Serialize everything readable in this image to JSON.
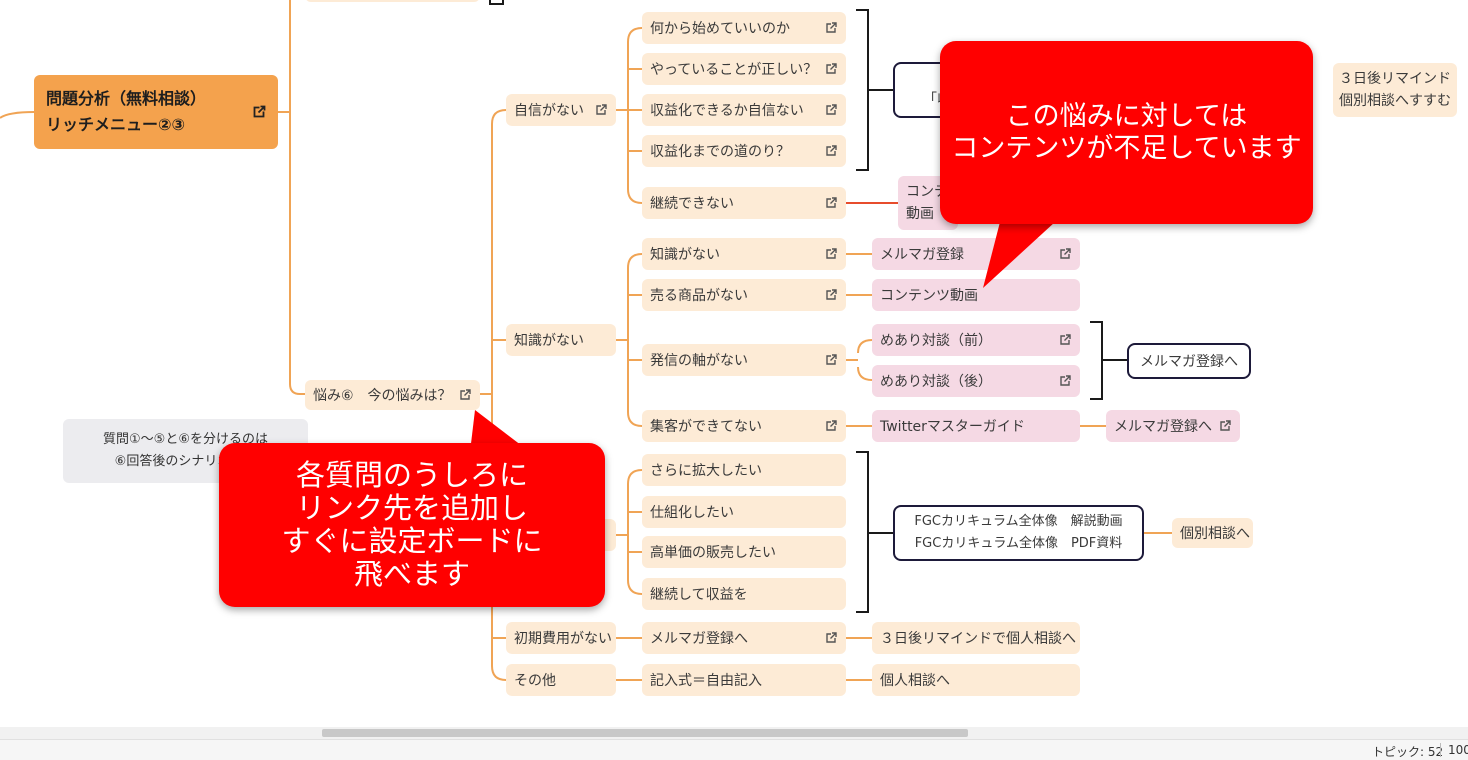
{
  "root": {
    "line1": "問題分析（無料相談）",
    "line2": "リッチメニュー②③"
  },
  "concern": {
    "label": "悩み⑥　今の悩みは？"
  },
  "note": {
    "line1": "質問①～⑤と⑥を分けるのは",
    "line2": "⑥回答後のシナリオ移動"
  },
  "categories": {
    "confidence": "自信がない",
    "knowledge": "知識がない",
    "initial_cost": "初期費用がない",
    "other": "その他"
  },
  "confidence_items": [
    "何から始めていいのか",
    "やっていることが正しい？",
    "収益化できるか自信ない",
    "収益化までの道のり？",
    "継続できない"
  ],
  "confidence_outline": {
    "line1": "「収"
  },
  "remind1": {
    "line1": "３日後リマインド",
    "line2": "個別相談へすすむ"
  },
  "continue_target": {
    "line1": "コンテ",
    "line2": "動画"
  },
  "knowledge_items": [
    "知識がない",
    "売る商品がない",
    "発信の軸がない",
    "集客ができてない"
  ],
  "knowledge_targets": {
    "mailmag": "メルマガ登録",
    "contents": "コンテンツ動画",
    "meari_before": "めあり対談（前）",
    "meari_after": "めあり対談（後）",
    "twitter": "Twitterマスターガイド",
    "twitter_next": "メルマガ登録へ",
    "axis_outline": "メルマガ登録へ"
  },
  "grow_items": [
    "さらに拡大したい",
    "仕組化したい",
    "高単価の販売したい",
    "継続して収益を"
  ],
  "fgc": {
    "line1": "FGCカリキュラム全体像　解説動画",
    "line2": "FGCカリキュラム全体像　PDF資料"
  },
  "individual": "個別相談へ",
  "initial_cost_item": "メルマガ登録へ",
  "initial_cost_target": "３日後リマインドで個人相談へ",
  "other_item": "記入式＝自由記入",
  "other_target": "個人相談へ",
  "callout1": {
    "text": "この悩みに対しては\nコンテンツが不足しています"
  },
  "callout2": {
    "text": "各質問のうしろに\nリンク先を追加し\nすぐに設定ボードに\n飛べます"
  },
  "status": {
    "topics_label": "トピック: 52",
    "zoom": "100"
  },
  "colors": {
    "connector": "#f0a455",
    "node": "#fdebd6",
    "pink": "#f5d9e4",
    "root": "#f4a24d",
    "callout": "#ff0000"
  },
  "icons": {
    "link": "external-link-icon"
  }
}
